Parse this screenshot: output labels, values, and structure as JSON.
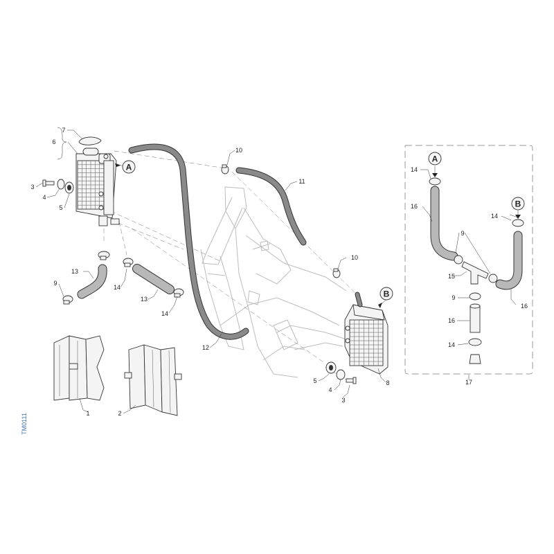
{
  "diagram": {
    "doc_code": "TM0111",
    "callouts": {
      "A": "A",
      "B": "B"
    },
    "part_numbers": {
      "p1": "1",
      "p2": "2",
      "p3": "3",
      "p4": "4",
      "p5": "5",
      "p6": "6",
      "p7": "7",
      "p8": "8",
      "p9": "9",
      "p10": "10",
      "p11": "11",
      "p12": "12",
      "p13": "13",
      "p14": "14",
      "p15": "15",
      "p16": "16",
      "p17": "17"
    },
    "colors": {
      "line": "#333333",
      "hose": "#8a8a8a",
      "hose_light": "#b8b8b8",
      "fill": "#f4f4f4",
      "frame": "#bcbcbc",
      "code": "#3a6fb0"
    }
  }
}
